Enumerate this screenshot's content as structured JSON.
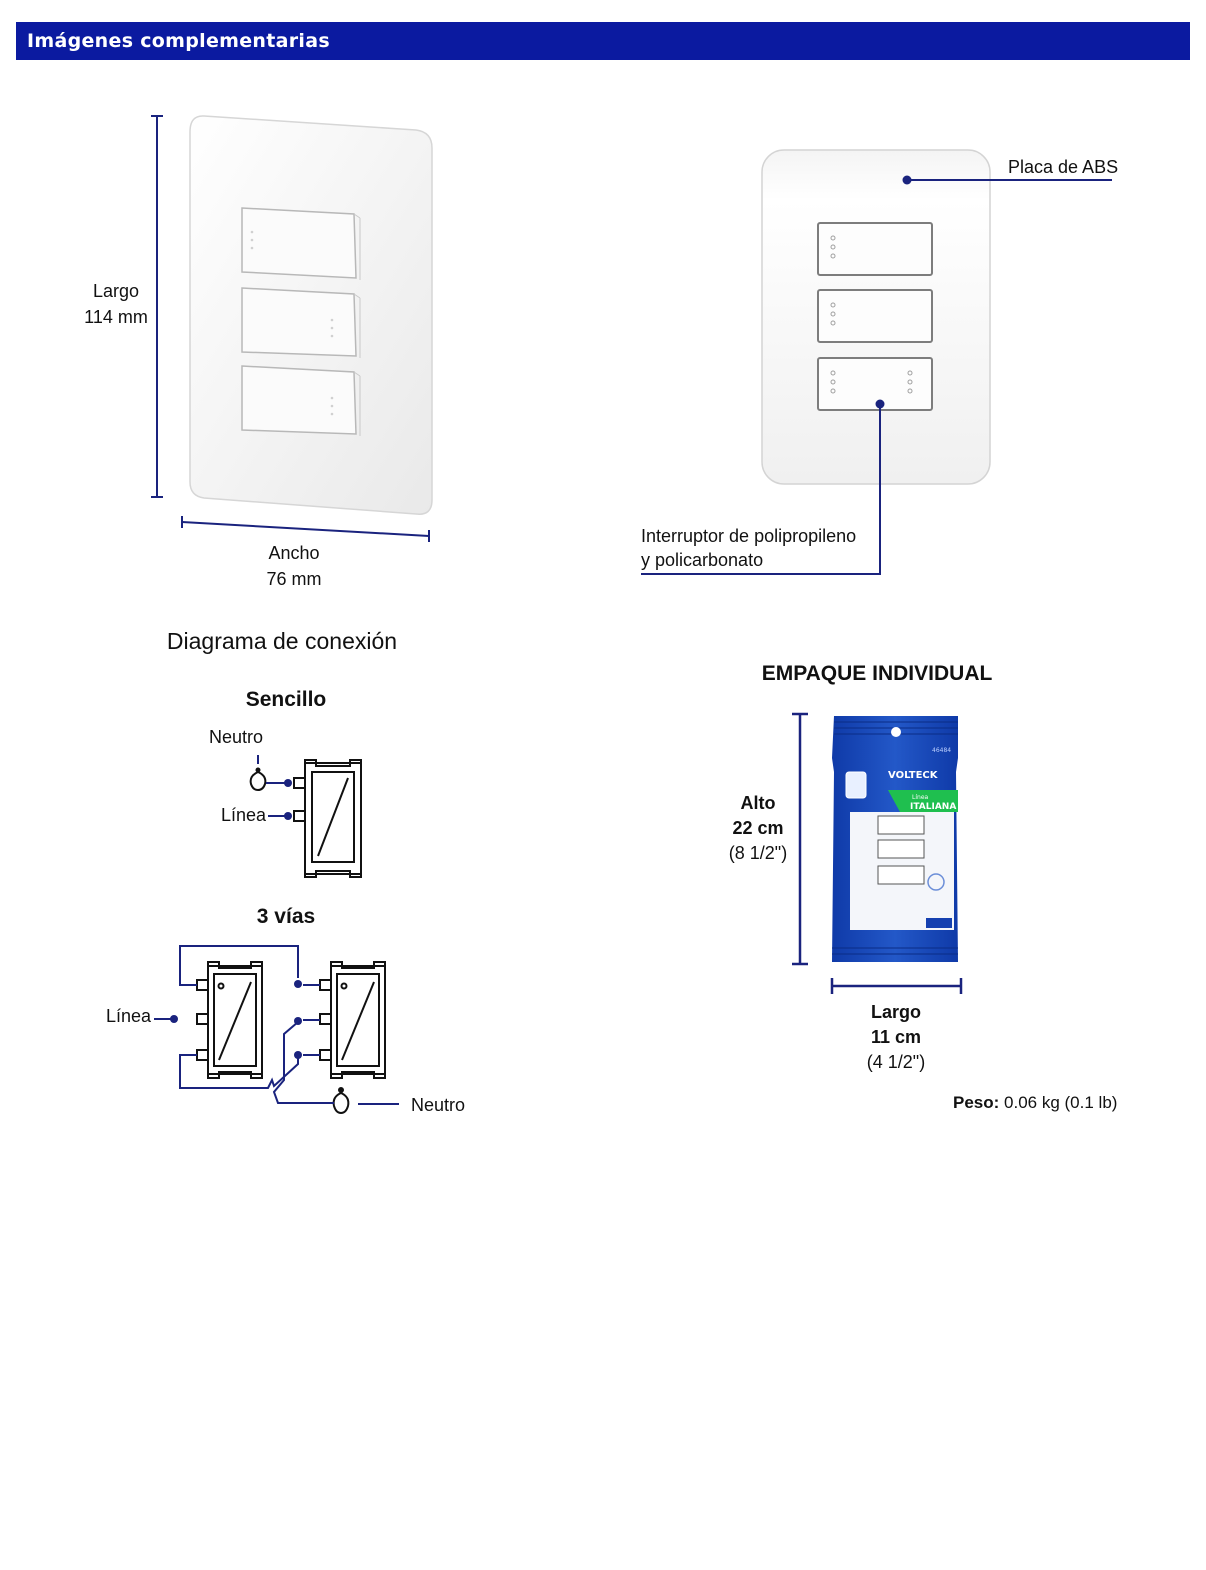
{
  "header": {
    "title": "Imágenes complementarias"
  },
  "dimensions": {
    "height_label": "Largo",
    "height_value": "114 mm",
    "width_label": "Ancho",
    "width_value": "76 mm"
  },
  "callouts": {
    "plate": "Placa de ABS",
    "switch_line1": "Interruptor de polipropileno",
    "switch_line2": "y policarbonato"
  },
  "diagram": {
    "title": "Diagrama de conexión",
    "single": {
      "title": "Sencillo",
      "neutral": "Neutro",
      "line": "Línea"
    },
    "three_way": {
      "title": "3 vías",
      "line": "Línea",
      "neutral": "Neutro"
    }
  },
  "package": {
    "title": "EMPAQUE INDIVIDUAL",
    "height_label": "Alto",
    "height_value": "22 cm",
    "height_inches": "(8 1/2\")",
    "width_label": "Largo",
    "width_value": "11 cm",
    "width_inches": "(4 1/2\")",
    "brand": "VOLTECK",
    "line_label": "Línea",
    "line_name": "ITALIANA",
    "code": "46484",
    "weight_label": "Peso:",
    "weight_value": "0.06 kg (0.1 lb)"
  },
  "colors": {
    "header_bg": "#0b1aa0",
    "accent": "#1a237e",
    "package_blue": "#1540b0",
    "package_green": "#1fbf4f"
  }
}
